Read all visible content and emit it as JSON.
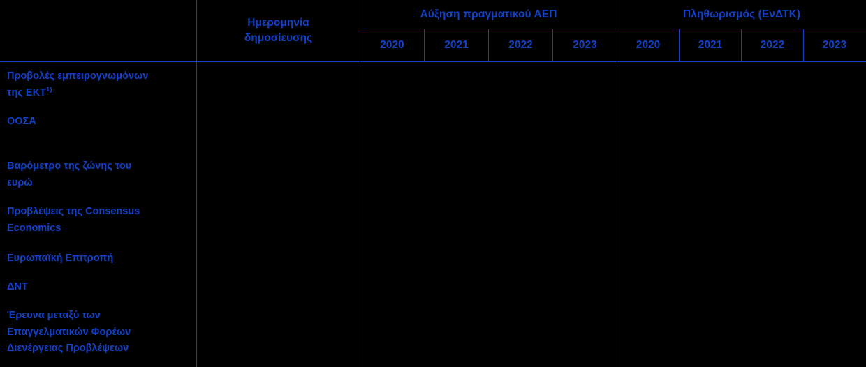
{
  "table": {
    "header": {
      "corner_label": "",
      "publication_date": {
        "line1": "Ημερομηνία",
        "line2": "δημοσίευσης"
      },
      "groups": [
        {
          "id": "real-gdp-growth",
          "label": "Αύξηση πραγματικού ΑΕΠ"
        },
        {
          "id": "inflation-hicp",
          "label": "Πληθωρισμός (ΕνΔΤΚ)"
        }
      ],
      "years_gdp": [
        "2020",
        "2021",
        "2022",
        "2023"
      ],
      "years_inflation": [
        "2020",
        "2021",
        "2022",
        "2023"
      ]
    },
    "rows": [
      {
        "id": "ecb-staff-projections",
        "label_line1": "Προβολές εμπειρογνωμόνων",
        "label_line2": "της ΕΚΤ",
        "footnote_marker": "1)",
        "publication_date": "",
        "gdp": [
          "",
          "",
          "",
          ""
        ],
        "inflation": [
          "",
          "",
          "",
          ""
        ]
      },
      {
        "id": "oecd",
        "label_line1": "ΟΟΣΑ",
        "label_line2": "",
        "footnote_marker": "",
        "publication_date": "",
        "gdp": [
          "",
          "",
          "",
          ""
        ],
        "inflation": [
          "",
          "",
          "",
          ""
        ]
      },
      {
        "id": "euro-zone-barometer",
        "label_line1": "Βαρόμετρο της ζώνης του",
        "label_line2": "ευρώ",
        "footnote_marker": "",
        "publication_date": "",
        "gdp": [
          "",
          "",
          "",
          ""
        ],
        "inflation": [
          "",
          "",
          "",
          ""
        ]
      },
      {
        "id": "consensus-economics-forecasts",
        "label_line1": "Προβλέψεις της Consensus",
        "label_line2": "Economics",
        "footnote_marker": "",
        "publication_date": "",
        "gdp": [
          "",
          "",
          "",
          ""
        ],
        "inflation": [
          "",
          "",
          "",
          ""
        ]
      },
      {
        "id": "european-commission",
        "label_line1": "Ευρωπαϊκή Επιτροπή",
        "label_line2": "",
        "footnote_marker": "",
        "publication_date": "",
        "gdp": [
          "",
          "",
          "",
          ""
        ],
        "inflation": [
          "",
          "",
          "",
          ""
        ]
      },
      {
        "id": "imf",
        "label_line1": "ΔΝΤ",
        "label_line2": "",
        "footnote_marker": "",
        "publication_date": "",
        "gdp": [
          "",
          "",
          "",
          ""
        ],
        "inflation": [
          "",
          "",
          "",
          ""
        ]
      },
      {
        "id": "survey-of-professional-forecasters",
        "label_line1": "Έρευνα μεταξύ των",
        "label_line2": "Επαγγελματικών Φορέων",
        "label_line3": "Διενέργειας Προβλέψεων",
        "footnote_marker": "",
        "publication_date": "",
        "gdp": [
          "",
          "",
          "",
          ""
        ],
        "inflation": [
          "",
          "",
          "",
          ""
        ]
      }
    ]
  },
  "colors": {
    "background": "#000000",
    "text_blue": "#1340c8",
    "rule_blue": "#1340c8"
  }
}
